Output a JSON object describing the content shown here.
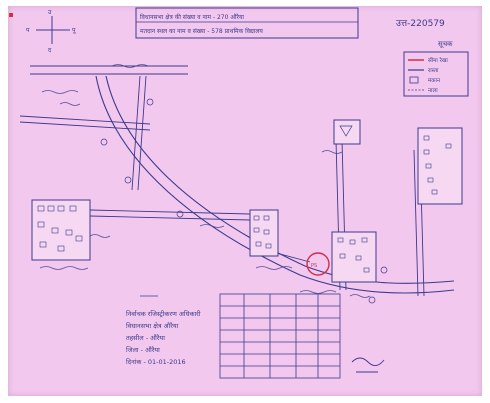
{
  "sheet": {
    "paper_color": "#f3c8ee",
    "ink_color": "#3c3a8c",
    "red_ink": "#d0304a",
    "reference_number": "उत्त-220579"
  },
  "header": {
    "line1": "विधानसभा क्षेत्र की संख्या व नाम - 270 औरैया",
    "line2": "मतदान स्थल का नाम व संख्या - 578 प्राथमिक विद्यालय"
  },
  "legend": {
    "title": "सूचक",
    "items": [
      {
        "label": "सीमा रेखा",
        "color": "#d0304a"
      },
      {
        "label": "रास्ता",
        "color": "#3c3a8c"
      },
      {
        "label": "मकान",
        "color": "#3c3a8c"
      },
      {
        "label": "नाला",
        "color": "#3c3a8c"
      }
    ]
  },
  "compass": {
    "north": "उ",
    "south": "द",
    "east": "पू",
    "west": "प"
  },
  "signature_block": {
    "lines": [
      "निर्वाचक रजिस्ट्रीकरण अधिकारी",
      "विधानसभा क्षेत्र औरैया",
      "तहसील - औरैया",
      "जिला - औरैया",
      "दिनांक - 01-01-2016"
    ]
  }
}
